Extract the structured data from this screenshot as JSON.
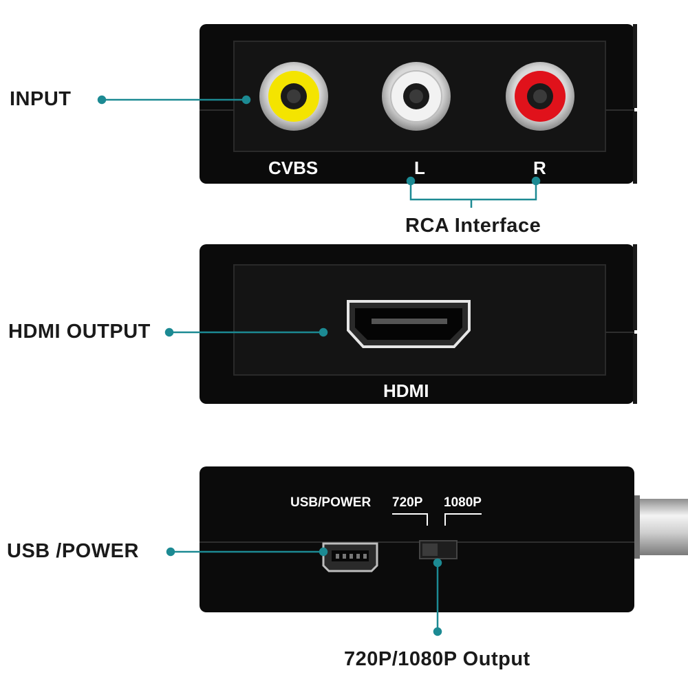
{
  "callouts": {
    "input": "INPUT",
    "hdmi_output": "HDMI OUTPUT",
    "usb_power": "USB /POWER",
    "rca_interface": "RCA Interface",
    "resolution_output": "720P/1080P Output"
  },
  "panel_input": {
    "cvbs": "CVBS",
    "left": "L",
    "right": "R"
  },
  "panel_hdmi": {
    "label": "HDMI"
  },
  "panel_side": {
    "usb_power": "USB/POWER",
    "p720": "720P",
    "p1080": "1080P"
  },
  "colors": {
    "leader": "#1c8a93",
    "device": "#0c0c0c",
    "yellow": "#f4e400",
    "white": "#f2f2f2",
    "red": "#e0121b"
  }
}
